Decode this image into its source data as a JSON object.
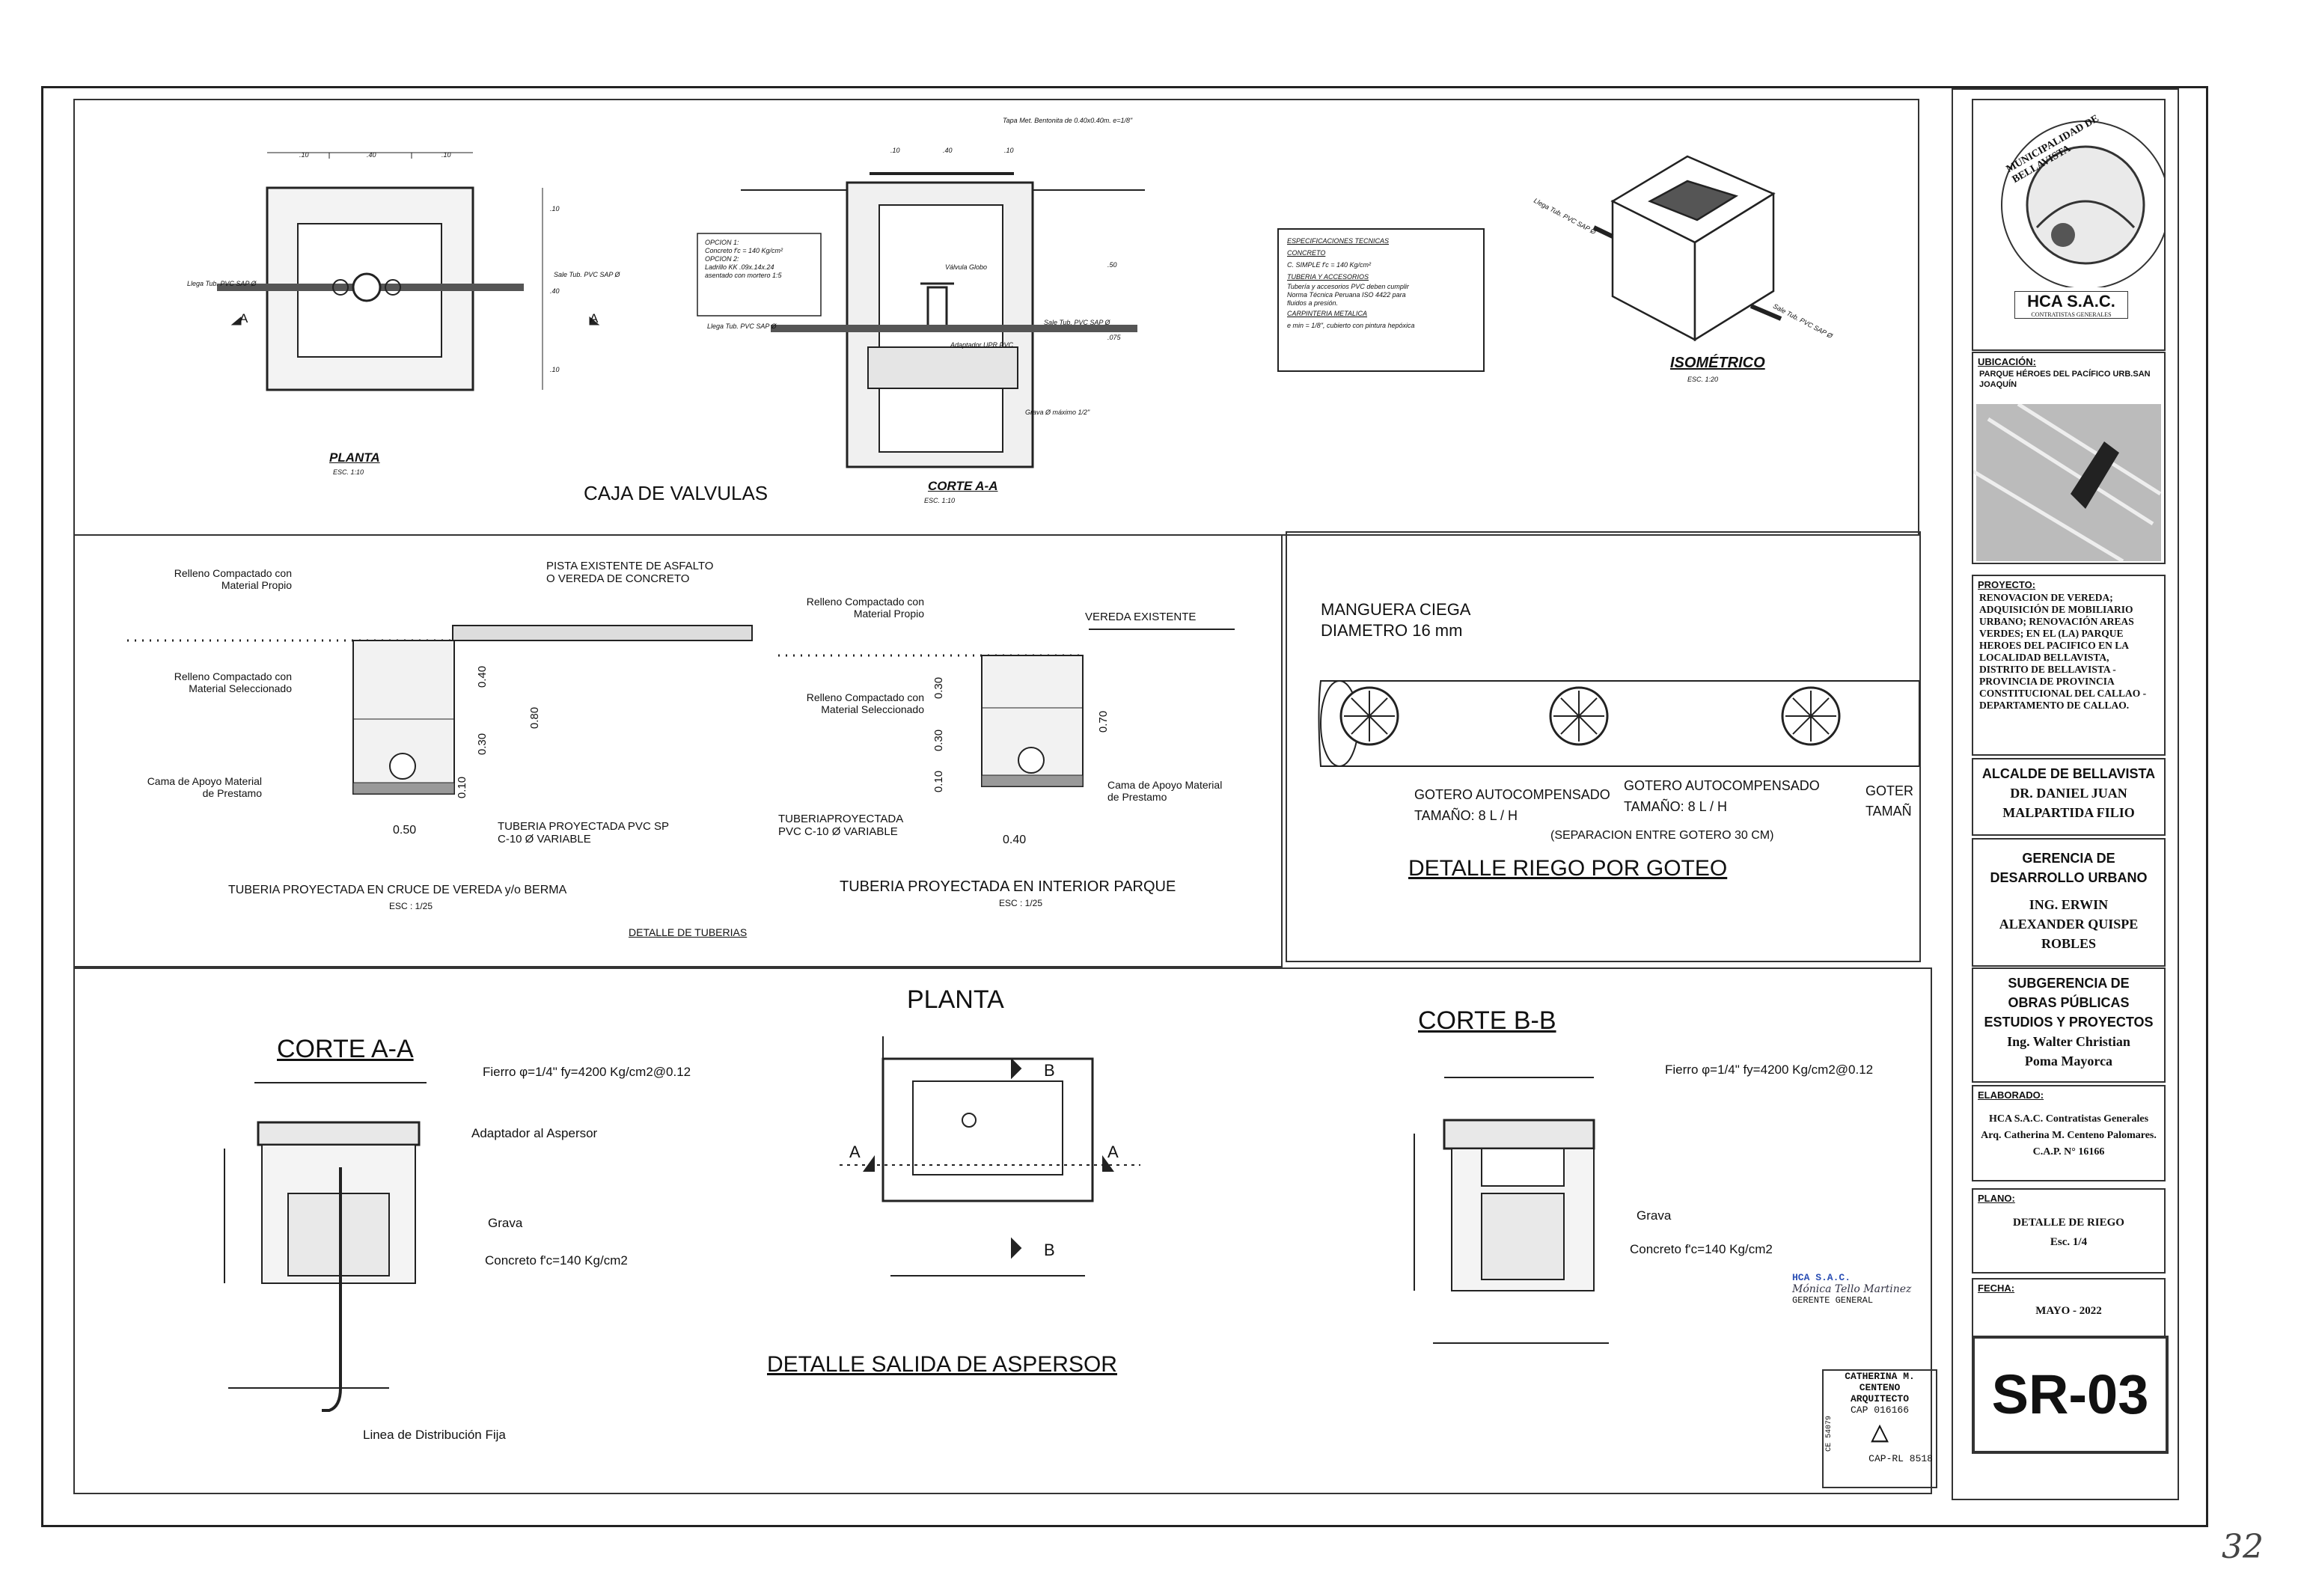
{
  "valve_box": {
    "title": "CAJA DE VALVULAS",
    "plan_title": "PLANTA",
    "plan_scale": "ESC. 1:10",
    "section_title": "CORTE A-A",
    "section_scale": "ESC. 1:10",
    "iso_title": "ISOMÉTRICO",
    "iso_scale": "ESC. 1:20",
    "inlet_label": "Llega Tub. PVC SAP Ø",
    "outlet_label": "Sale Tub. PVC SAP Ø",
    "cut_marker": "A",
    "dims": {
      "d10": ".10",
      "d40": ".40",
      "d50": ".50",
      "d075": ".075"
    },
    "cover_note": "Tapa Met. Bentonita de 0.40x0.40m. e=1/8\"",
    "valve_note": "Válvula Globo",
    "adapter_note": "Adaptador UPR PVC",
    "gravel_note": "Grava Ø máximo 1/2\"",
    "options": [
      "OPCION 1:",
      "Concreto f'c = 140 Kg/cm²",
      "OPCION 2:",
      "Ladrillo KK .09x.14x.24",
      "asentado con mortero 1:5"
    ],
    "specs": {
      "heading": "ESPECIFICACIONES TECNICAS",
      "lines": [
        "CONCRETO",
        "C. SIMPLE f'c = 140 Kg/cm²",
        "TUBERIA Y ACCESORIOS",
        "Tubería y accesorios PVC deben cumplir",
        "Norma Técnica Peruana ISO 4422 para",
        "fluidos a presión.",
        "CARPINTERIA METALICA",
        "e min = 1/8\", cubierto con pintura hepóxica"
      ]
    }
  },
  "pipes": {
    "footer": "DETALLE DE TUBERIAS",
    "left": {
      "title": "TUBERIA PROYECTADA EN CRUCE DE VEREDA y/o BERMA",
      "scale": "ESC : 1/25",
      "fill_top": "Relleno Compactado con Material Propio",
      "fill_sel": "Relleno Compactado con Material Seleccionado",
      "bed": "Cama de Apoyo Material de Prestamo",
      "pavement": "PISTA EXISTENTE DE ASFALTO O VEREDA DE CONCRETO",
      "pipe": "TUBERIA PROYECTADA PVC SP  C-10  Ø VARIABLE",
      "dims": [
        "0.40",
        "0.30",
        "0.10",
        "0.80",
        "0.50"
      ]
    },
    "right": {
      "title": "TUBERIA PROYECTADA EN INTERIOR PARQUE",
      "scale": "ESC : 1/25",
      "fill_top": "Relleno Compactado con Material Propio",
      "fill_sel": "Relleno Compactado con Material Seleccionado",
      "bed": "Cama de Apoyo Material de Prestamo",
      "sidewalk": "VEREDA EXISTENTE",
      "pipe": "TUBERIAPROYECTADA PVC C-10  Ø VARIABLE",
      "dims": [
        "0.30",
        "0.30",
        "0.10",
        "0.70",
        "0.40"
      ]
    }
  },
  "drip": {
    "hose": "MANGUERA CIEGA",
    "diameter": "DIAMETRO 16 mm",
    "emitter": "GOTERO AUTOCOMPENSADO",
    "size": "TAMAÑO: 8 L / H",
    "emitter_cut": "GOTER",
    "size_cut": "TAMAÑ",
    "spacing": "(SEPARACION ENTRE GOTERO 30 CM)",
    "title": "DETALLE RIEGO POR GOTEO"
  },
  "sprinkler": {
    "title": "DETALLE SALIDA DE ASPERSOR",
    "section_aa": "CORTE A-A",
    "plan": "PLANTA",
    "section_bb": "CORTE B-B",
    "rebar": "Fierro  φ=1/4\" fy=4200 Kg/cm2@0.12",
    "rebar_bb": "Fierro  φ=1/4\" fy=4200 Kg/cm2@0.12",
    "adapter": "Adaptador al Aspersor",
    "gravel": "Grava",
    "concrete": "Concreto f'c=140 Kg/cm2",
    "line": "Linea de Distribución Fija",
    "marker_a": "A",
    "marker_b": "B"
  },
  "title_block": {
    "municipality": "MUNICIPALIDAD DE BELLAVISTA",
    "contractor_logo": "HCA S.A.C.",
    "contractor_sub": "CONTRATISTAS GENERALES",
    "location_heading": "UBICACIÓN:",
    "location": "PARQUE HÉROES DEL PACÍFICO URB.SAN JOAQUÍN",
    "project_heading": "PROYECTO:",
    "project": "RENOVACION DE VEREDA; ADQUISICIÓN DE MOBILIARIO URBANO; RENOVACIÓN AREAS VERDES; EN EL (LA) PARQUE HEROES DEL PACIFICO EN LA LOCALIDAD BELLAVISTA, DISTRITO DE BELLAVISTA - PROVINCIA DE PROVINCIA CONSTITUCIONAL DEL CALLAO - DEPARTAMENTO DE CALLAO.",
    "mayor": [
      "ALCALDE DE BELLAVISTA",
      "DR. DANIEL JUAN",
      "MALPARTIDA FILIO"
    ],
    "management": [
      "GERENCIA DE",
      "DESARROLLO URBANO",
      "ING. ERWIN",
      "ALEXANDER QUISPE",
      "ROBLES"
    ],
    "subman": [
      "SUBGERENCIA DE",
      "OBRAS PÚBLICAS",
      "ESTUDIOS Y PROYECTOS",
      "Ing. Walter Christian",
      "Poma Mayorca"
    ],
    "prepared_heading": "ELABORADO:",
    "prepared": [
      "HCA S.A.C. Contratistas Generales",
      "Arq. Catherina M. Centeno Palomares.",
      "C.A.P. N° 16166"
    ],
    "plan_heading": "PLANO:",
    "plan_name": "DETALLE DE RIEGO",
    "plan_scale": "Esc. 1/4",
    "date_heading": "FECHA:",
    "date": "MAYO - 2022",
    "sheet_code": "SR-03"
  },
  "stamps": {
    "signer": "Mónica Tello Martinez",
    "role": "GERENTE GENERAL",
    "hca": "HCA S.A.C.",
    "arch_name": "CATHERINA M. CENTENO",
    "arch_title": "ARQUITECTO",
    "cap": "CAP  016166",
    "caprl": "CAP-RL  8518",
    "ce": "CE 54079"
  },
  "page_number": "32"
}
